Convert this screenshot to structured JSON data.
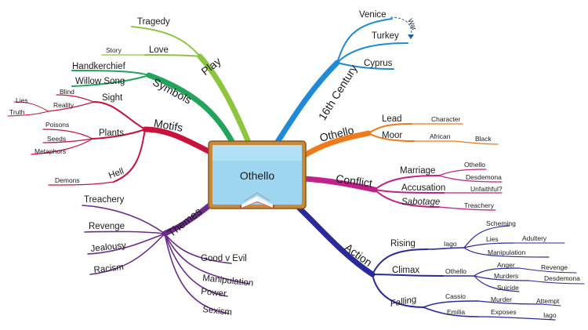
{
  "center": {
    "title": "Othello"
  },
  "colors": {
    "play": "#8cc63f",
    "symbols": "#22a45a",
    "motifs": "#c8143c",
    "themes": "#6b2a8c",
    "century": "#1f8ad6",
    "othello": "#f07a1a",
    "conflict": "#c0228a",
    "action": "#2b2a9a"
  },
  "branches": {
    "play": {
      "label": "Play",
      "tragedy": "Tragedy",
      "love": "Love",
      "story": "Story"
    },
    "symbols": {
      "label": "Symbols",
      "handkerchief": "Handkerchief",
      "willow": "Willow Song"
    },
    "motifs": {
      "label": "Motifs",
      "sight": "Sight",
      "blind": "Blind",
      "reality": "Reality",
      "lies": "Lies",
      "truth": "Truth",
      "plants": "Plants",
      "poisons": "Poisons",
      "seeds": "Seeds",
      "metaphors": "Metaphors",
      "hell": "Hell",
      "demons": "Demons"
    },
    "themes": {
      "label": "Themes",
      "treachery": "Treachery",
      "revenge": "Revenge",
      "jealousy": "Jealousy",
      "racism": "Racism",
      "good": "Good v Evil",
      "manipulation": "Manipulation",
      "power": "Power",
      "sexism": "Sexism"
    },
    "century": {
      "label": "16th Century",
      "venice": "Venice",
      "war": "War",
      "turkey": "Turkey",
      "cyprus": "Cyprus"
    },
    "othello": {
      "label": "Othello",
      "lead": "Lead",
      "character": "Character",
      "moor": "Moor",
      "african": "African",
      "black": "Black"
    },
    "conflict": {
      "label": "Conflict",
      "marriage": "Marriage",
      "othello": "Othello",
      "desdemona": "Desdemona",
      "accusation": "Accusation",
      "unfaithful": "Unfaithful?",
      "sabotage": "Sabotage",
      "treachery": "Treachery"
    },
    "action": {
      "label": "Action",
      "rising": "Rising",
      "iago": "Iago",
      "scheming": "Scheming",
      "lies": "Lies",
      "adultery": "Adultery",
      "manipulation": "Manipulation",
      "climax": "Climax",
      "othello": "Othello",
      "anger": "Anger",
      "revenge": "Revenge",
      "murders": "Murders",
      "desdemona": "Desdemona",
      "suicide": "Suicide",
      "falling": "Falling",
      "cassio": "Cassio",
      "murder": "Murder",
      "attempt": "Attempt",
      "emilia": "Emilia",
      "exposes": "Exposes",
      "iago2": "Iago"
    }
  }
}
